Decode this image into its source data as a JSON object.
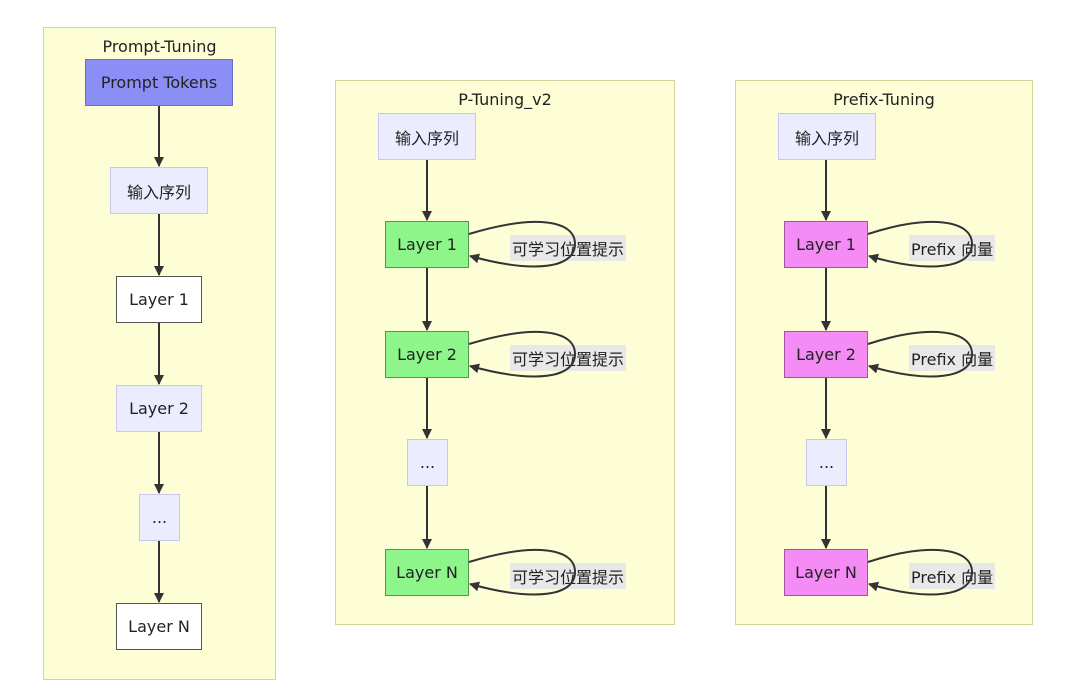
{
  "clusters": {
    "prompt_tuning": {
      "title": "Prompt-Tuning",
      "prompt_tokens": "Prompt Tokens",
      "input": "输入序列",
      "layer1": "Layer 1",
      "layer2": "Layer 2",
      "ellipsis": "...",
      "layerN": "Layer N"
    },
    "p_tuning_v2": {
      "title": "P-Tuning_v2",
      "input": "输入序列",
      "layer1": "Layer 1",
      "layer2": "Layer 2",
      "ellipsis": "...",
      "layerN": "Layer N",
      "loop_label": "可学习位置提示"
    },
    "prefix_tuning": {
      "title": "Prefix-Tuning",
      "input": "输入序列",
      "layer1": "Layer 1",
      "layer2": "Layer 2",
      "ellipsis": "...",
      "layerN": "Layer N",
      "loop_label": "Prefix 向量"
    }
  },
  "colors": {
    "cluster_fill": "#fdfdd6",
    "prompt_tokens_fill": "#8b8ef5",
    "input_fill": "#ececff",
    "p_tuning_layer_fill": "#8ef58b",
    "prefix_layer_fill": "#f58bf5"
  }
}
